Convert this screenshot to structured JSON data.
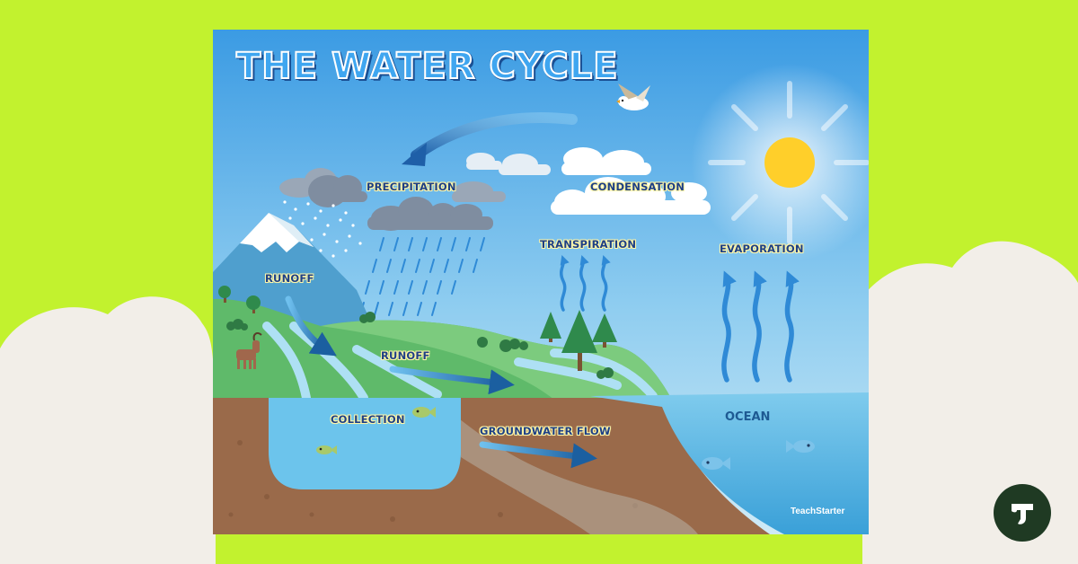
{
  "poster": {
    "title": "THE WATER CYCLE",
    "labels": {
      "precipitation": "PRECIPITATION",
      "condensation": "CONDENSATION",
      "transpiration": "TRANSPIRATION",
      "evaporation": "EVAPORATION",
      "runoff_mountain": "RUNOFF",
      "runoff_hill": "RUNOFF",
      "collection": "COLLECTION",
      "groundwater_flow": "GROUNDWATER FLOW",
      "ocean": "OCEAN"
    },
    "brand": "TeachStarter"
  },
  "colors": {
    "page_background": "#c2f22e",
    "page_cloud": "#f2eee8",
    "sky_top": "#3b9be3",
    "sky_bottom": "#cfeaf6",
    "grass": "#5fba6a",
    "soil": "#9a6a4a",
    "water": "#6cc4ec",
    "sun": "#ffcf2a",
    "label_text": "#1d3f86",
    "label_outline": "#fff6a8",
    "logo_background": "#1f3a23"
  },
  "icons": [
    "bird-icon",
    "sun-icon",
    "goat-icon",
    "fish-icon",
    "tree-icon",
    "cloud-icon",
    "rain-icon",
    "snow-icon",
    "teachstarter-logo-icon"
  ]
}
